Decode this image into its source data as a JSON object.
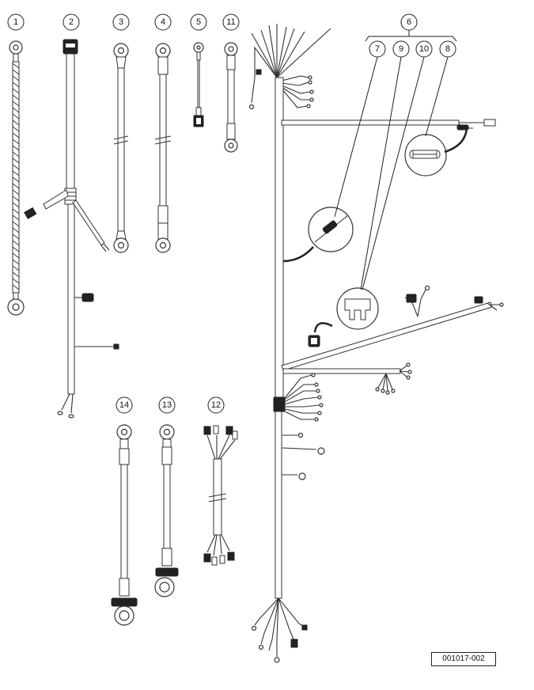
{
  "callouts": {
    "c1": "1",
    "c2": "2",
    "c3": "3",
    "c4": "4",
    "c5": "5",
    "c11": "11",
    "c6": "6",
    "c7": "7",
    "c9": "9",
    "c10": "10",
    "c8": "8",
    "c14": "14",
    "c13": "13",
    "c12": "12"
  },
  "figure_id": "001017-002"
}
